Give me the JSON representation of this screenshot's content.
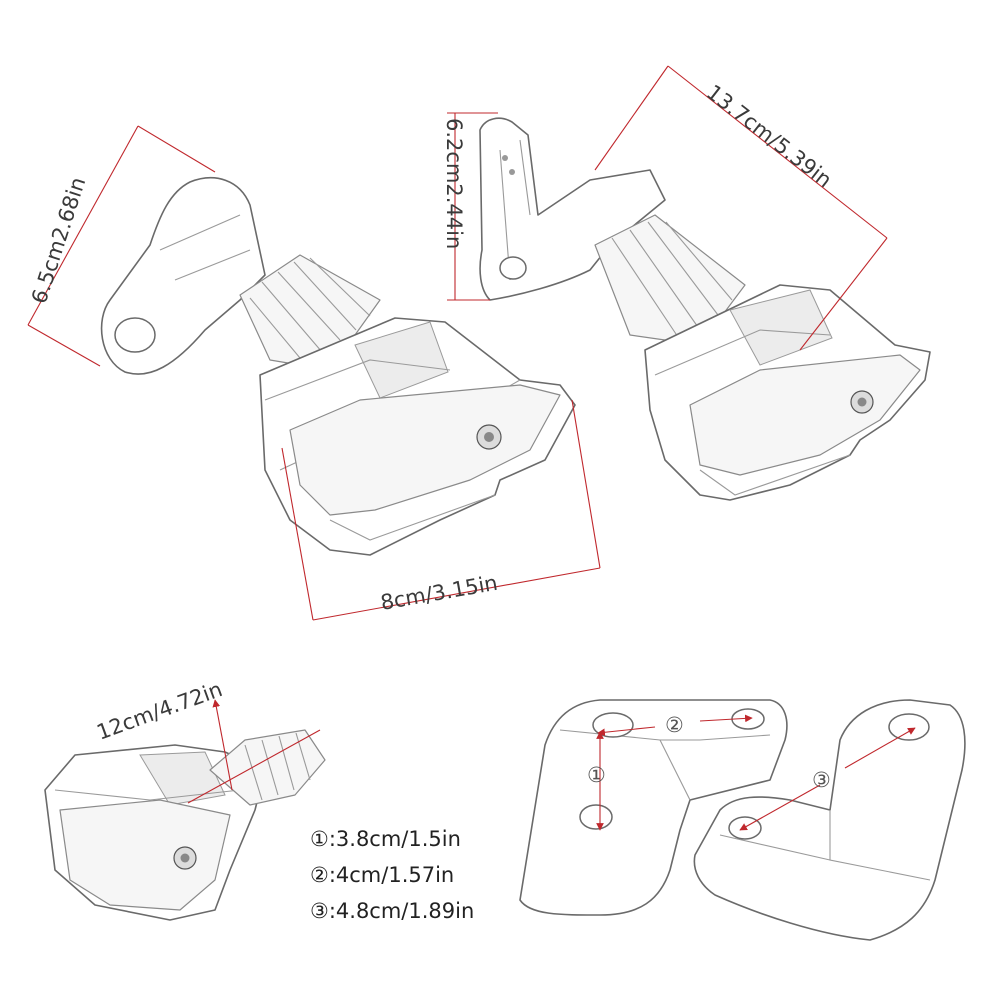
{
  "dimensions": {
    "height_left": "6.5cm2.68in",
    "height_right": "6.2cm2.44in",
    "length_right": "13.7cm/5.39in",
    "width_bottom": "8cm/3.15in",
    "length_single": "12cm/4.72in"
  },
  "markers": {
    "one": "①",
    "two": "②",
    "three": "③"
  },
  "legend": [
    "①:3.8cm/1.5in",
    "②:4cm/1.57in",
    "③:4.8cm/1.89in"
  ],
  "colors": {
    "dimension_line": "#c0282d",
    "outline": "#6a6a6a"
  }
}
